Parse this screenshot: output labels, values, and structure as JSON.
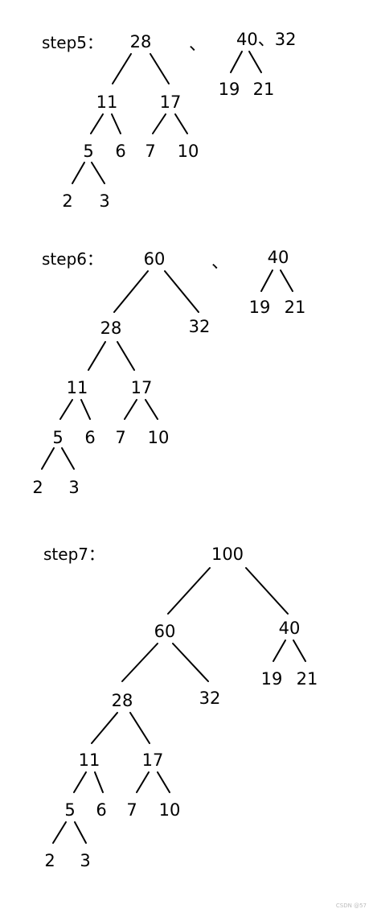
{
  "step5": {
    "label": "step5：",
    "separator": "、",
    "secondary_label": "40、32",
    "main_tree": [
      "28",
      "11",
      "17",
      "5",
      "6",
      "7",
      "10",
      "2",
      "3"
    ],
    "side_tree": [
      "19",
      "21"
    ]
  },
  "step6": {
    "label": "step6：",
    "separator": "、",
    "main_tree": [
      "60",
      "28",
      "32",
      "11",
      "17",
      "5",
      "6",
      "7",
      "10",
      "2",
      "3"
    ],
    "side_tree": [
      "40",
      "19",
      "21"
    ]
  },
  "step7": {
    "label": "step7：",
    "tree": [
      "100",
      "60",
      "40",
      "28",
      "32",
      "19",
      "21",
      "11",
      "17",
      "5",
      "6",
      "7",
      "10",
      "2",
      "3"
    ]
  },
  "watermark": "CSDN @57"
}
